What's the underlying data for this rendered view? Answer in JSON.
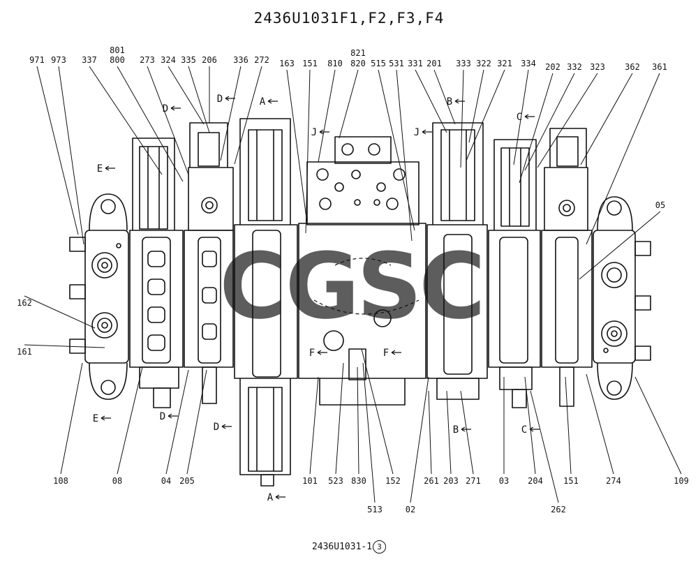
{
  "drawing": {
    "title": "2436U1031F1,F2,F3,F4",
    "footer_text": "2436U1031-1",
    "footer_sheet": "3",
    "watermark": "CGSC",
    "watermark_colors": [
      "#4a86e8",
      "#e85a5a",
      "#f0b400",
      "#27a35a"
    ]
  },
  "part_labels": [
    "971",
    "973",
    "337",
    "801",
    "800",
    "273",
    "324",
    "335",
    "206",
    "336",
    "272",
    "163",
    "151",
    "810",
    "821",
    "820",
    "515",
    "531",
    "331",
    "201",
    "333",
    "322",
    "321",
    "334",
    "202",
    "332",
    "323",
    "362",
    "361",
    "05",
    "162",
    "161",
    "108",
    "08",
    "04",
    "205",
    "101",
    "523",
    "830",
    "152",
    "513",
    "02",
    "261",
    "203",
    "271",
    "03",
    "204",
    "262",
    "151",
    "274",
    "109"
  ],
  "section_labels": [
    "E",
    "D",
    "D",
    "A",
    "J",
    "J",
    "B",
    "C",
    "F",
    "F",
    "E",
    "D",
    "D",
    "A",
    "B",
    "C"
  ]
}
